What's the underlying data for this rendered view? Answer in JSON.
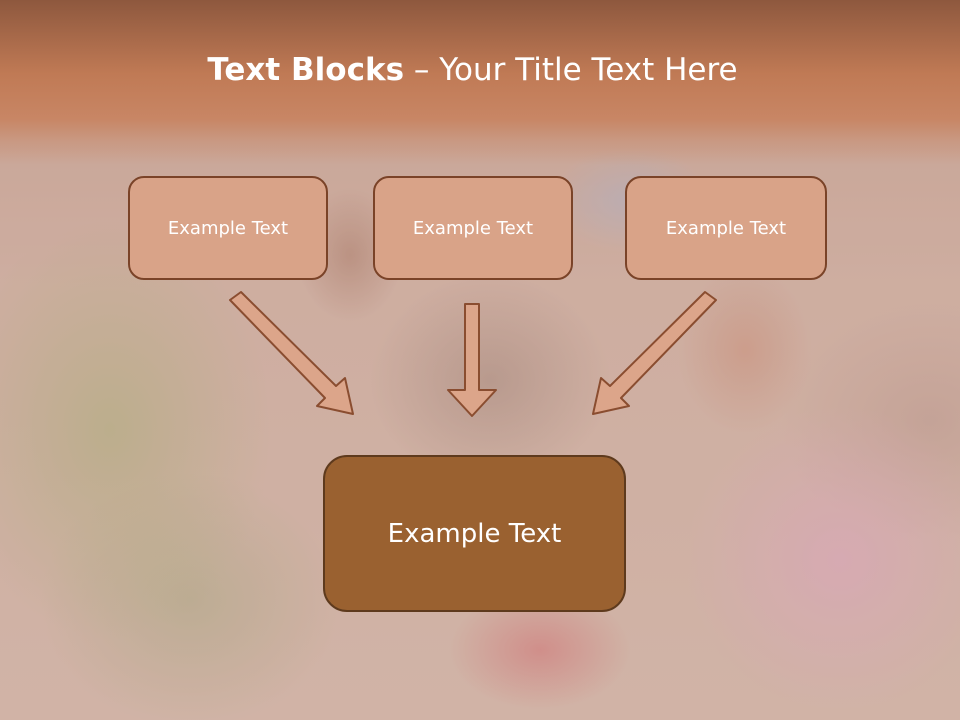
{
  "title": {
    "bold": "Text Blocks",
    "rest": " – Your Title Text Here"
  },
  "blocks": {
    "left": "Example Text",
    "center": "Example Text",
    "right": "Example Text",
    "main": "Example Text"
  },
  "colors": {
    "title_band": "#c07a55",
    "small_box_fill": "#d9a388",
    "small_box_border": "#7a4328",
    "main_box_fill": "#9a6130",
    "main_box_border": "#5e3a1d",
    "arrow_fill": "#dca58a",
    "arrow_stroke": "#8a4d30",
    "text": "#ffffff"
  }
}
